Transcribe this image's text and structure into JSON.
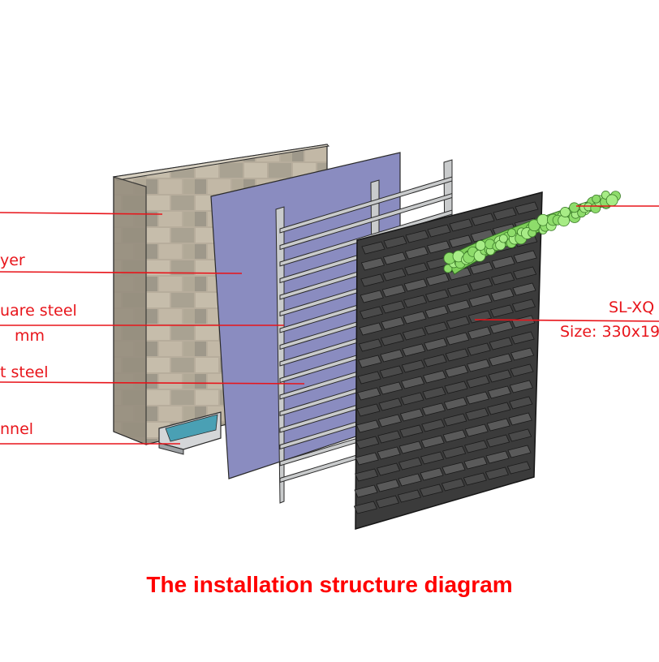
{
  "title": "The installation structure diagram",
  "labels": {
    "layer": "yer",
    "square_steel_1": "uare steel",
    "square_steel_2": "mm",
    "flat_steel": "t steel",
    "channel": "nnel",
    "product_name": "SL-XQ",
    "product_size": "Size: 330x19"
  },
  "colors": {
    "callout_red": "#e8151b",
    "title_red": "#ff0000",
    "panel_violet": "#8a8cc0",
    "frame_grey": "#c9cbcc",
    "module_dark": "#3b3b3b",
    "plant_green": "#9be67a"
  }
}
